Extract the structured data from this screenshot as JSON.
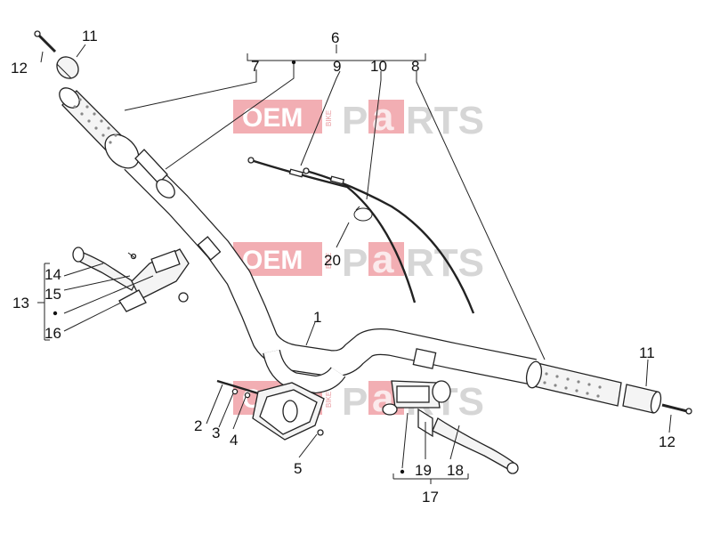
{
  "watermark": {
    "oem": "OEM",
    "bike": "BIKE",
    "p": "P",
    "a": "a",
    "rts": "RTS"
  },
  "callouts": {
    "c1": "1",
    "c2": "2",
    "c3": "3",
    "c4": "4",
    "c5": "5",
    "c6": "6",
    "c7": "7",
    "c8": "8",
    "c9": "9",
    "c10": "10",
    "c11a": "11",
    "c11b": "11",
    "c12a": "12",
    "c12b": "12",
    "c13": "13",
    "c14": "14",
    "c15": "15",
    "c16": "16",
    "c17": "17",
    "c18": "18",
    "c19": "19",
    "c20": "20"
  }
}
